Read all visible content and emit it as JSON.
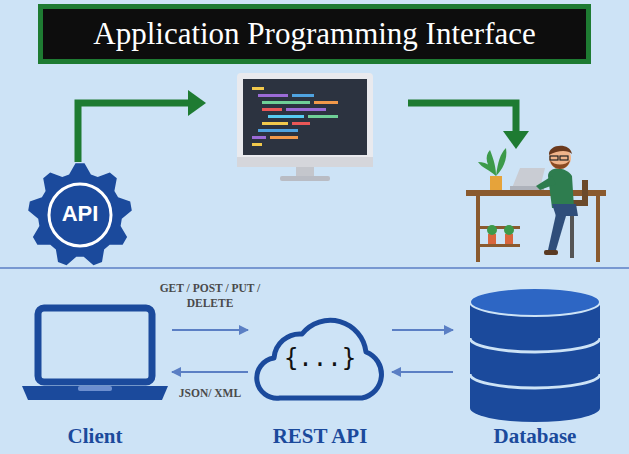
{
  "diagram": {
    "title": "Application Programming Interface",
    "nodes": [
      {
        "text": [
          "API"
        ]
      },
      {
        "text": [
          "Client"
        ]
      },
      {
        "text": [
          "{...}",
          "REST API"
        ]
      },
      {
        "text": [
          "Database"
        ]
      }
    ],
    "edges": [
      {
        "from": 1,
        "to": 2,
        "label": "GET / POST / PUT / DELETE",
        "arrow": "to"
      },
      {
        "from": 2,
        "to": 1,
        "label": "JSON/ XML",
        "arrow": "to"
      },
      {
        "from": 2,
        "to": 3,
        "arrow": "to"
      },
      {
        "from": 3,
        "to": 2,
        "arrow": "to"
      }
    ]
  }
}
